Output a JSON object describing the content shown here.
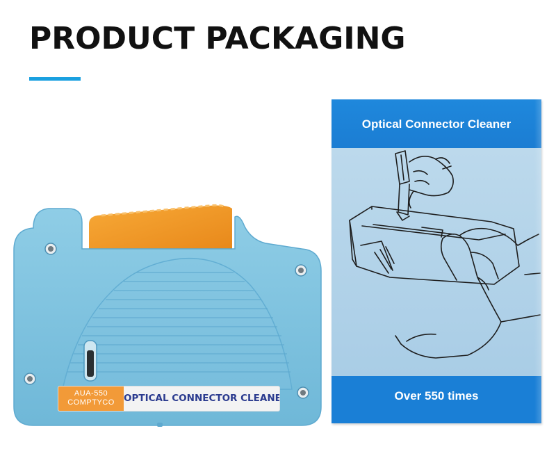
{
  "heading": {
    "title": "PRODUCT PACKAGING"
  },
  "device": {
    "label_brand_line1": "AUA-550",
    "label_brand_line2": "COMPTYCO",
    "label_title": "OPTICAL CONNECTOR CLEANER"
  },
  "box": {
    "heading": "Optical Connector Cleaner",
    "footer": "Over 550 times"
  },
  "colors": {
    "accent": "#1aa0e0",
    "device_body": "#7ec3e0",
    "device_handle": "#f59a22",
    "box_blue": "#1a7fd6",
    "box_panel": "#b3d3e9"
  }
}
